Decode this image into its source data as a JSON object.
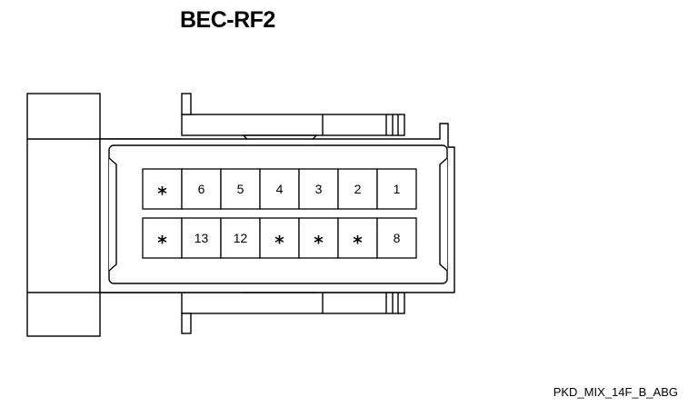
{
  "title": "BEC-RF2",
  "caption": "PKD_MIX_14F_B_ABG",
  "connector": {
    "rows": [
      [
        "*",
        "6",
        "5",
        "4",
        "3",
        "2",
        "1"
      ],
      [
        "*",
        "13",
        "12",
        "*",
        "*",
        "*",
        "8"
      ]
    ]
  }
}
